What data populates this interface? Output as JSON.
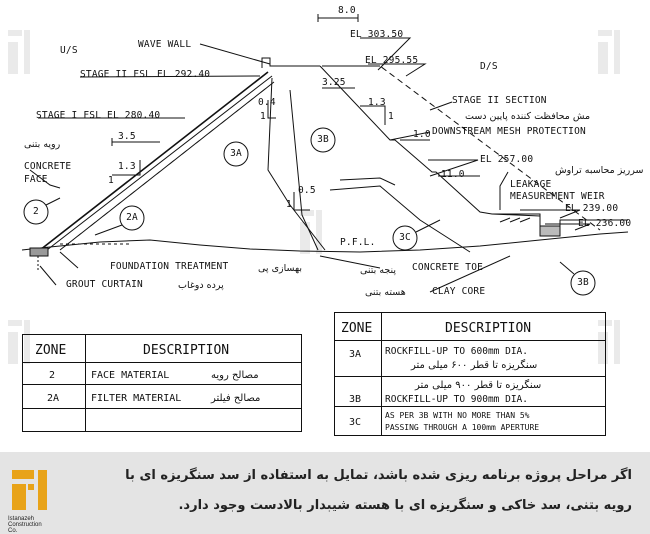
{
  "drawing": {
    "side_us": "U/S",
    "side_ds": "D/S",
    "dim_crest": "8.0",
    "dim_slope_us": "1.3",
    "dim_slope_us_num": "1",
    "dim_35": "3.5",
    "dim_04": "0.4",
    "dim_04_num": "1",
    "dim_325": "3.25",
    "dim_13b": "1.3",
    "dim_13b_num": "1",
    "dim_10": "1.0",
    "dim_05": "0.5",
    "dim_05_num": "1",
    "dim_110": "11.0",
    "wave_wall": "WAVE WALL",
    "el_303": "EL 303.50",
    "el_295": "EL 295.55",
    "stage2_fsl": "STAGE II FSL EL 292.40",
    "stage1_fsl": "STAGE I FSL EL 280.40",
    "concrete_face": [
      "CONCRETE",
      "FACE"
    ],
    "concrete_face_fa": "رویه بتنی",
    "stage2_section": "STAGE II SECTION",
    "mesh_fa": "مش محافظت کننده پایین دست",
    "downstream_mesh": "DOWNSTREAM MESH PROTECTION",
    "el_257": "EL 257.00",
    "spillway_fa": "سرریز محاسبه تراوش",
    "leakage_weir": [
      "LEAKAGE",
      "MEASUREMENT WEIR"
    ],
    "el_239": "EL 239.00",
    "el_236": "EL 236.00",
    "pfl": "P.F.L.",
    "foundation_treatment": "FOUNDATION TREATMENT",
    "foundation_fa": "بهسازی پی",
    "grout_curtain": "GROUT CURTAIN",
    "grout_fa": "پرده دوغاب",
    "concrete_toe": "CONCRETE TOE",
    "toe_fa": "پنجه بتنی",
    "clay_core": "CLAY CORE",
    "core_fa": "هسته بتنی",
    "zones": {
      "z3a": "3A",
      "z3b": "3B",
      "z3c": "3C",
      "z2": "2",
      "z2a": "2A",
      "z3b_out": "3B"
    }
  },
  "table_left": {
    "headers": [
      "ZONE",
      "DESCRIPTION"
    ],
    "rows": [
      {
        "zone": "2",
        "desc": "FACE MATERIAL",
        "fa": "مصالح رویه"
      },
      {
        "zone": "2A",
        "desc": "FILTER MATERIAL",
        "fa": "مصالح فیلتر"
      }
    ]
  },
  "table_right": {
    "headers": [
      "ZONE",
      "DESCRIPTION"
    ],
    "rows": [
      {
        "zone": "3A",
        "desc": "ROCKFILL-UP TO 600mm DIA.",
        "fa": "سنگریزه تا قطر ۶۰۰ میلی متر"
      },
      {
        "zone": "3B",
        "desc": "ROCKFILL-UP TO 900mm DIA.",
        "fa": "سنگریزه تا قطر ۹۰۰ میلی متر"
      },
      {
        "zone": "3C",
        "desc": [
          "AS PER 3B WITH NO MORE THAN 5%",
          "PASSING THROUGH A 100mm APERTURE"
        ],
        "fa": ""
      }
    ]
  },
  "footer": {
    "line1": "اگر مراحل پروژه برنامه ریزی شده باشد، تمایل به استفاده از سد سنگریزه ای با",
    "line2": "رویه بتنی، سد خاکی و سنگریزه ای با هسته شیبدار بالادست وجود دارد."
  },
  "logo": {
    "lines": [
      "Istanazeh",
      "Construction",
      "Co."
    ],
    "color": "#e8a319"
  }
}
